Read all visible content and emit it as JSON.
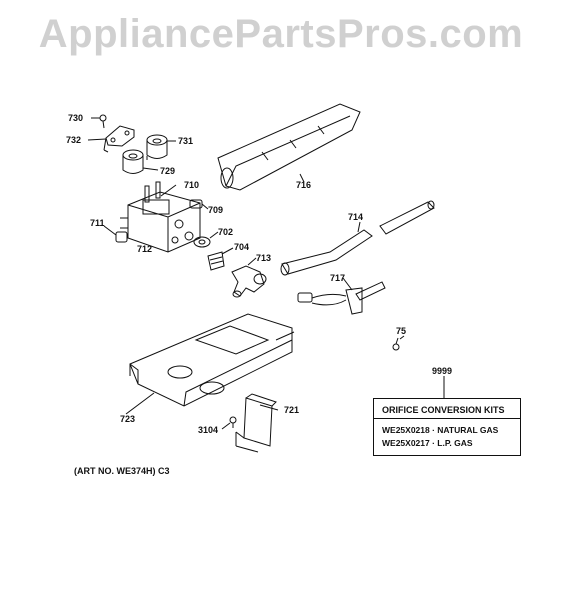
{
  "watermark": "AppliancePartsPros.com",
  "parts": {
    "p730": "730",
    "p732": "732",
    "p731": "731",
    "p729": "729",
    "p710": "710",
    "p709": "709",
    "p711": "711",
    "p712": "712",
    "p702": "702",
    "p704": "704",
    "p713": "713",
    "p716": "716",
    "p714": "714",
    "p717": "717",
    "p75": "75",
    "p9999": "9999",
    "p723": "723",
    "p721": "721",
    "p3104": "3104"
  },
  "kit": {
    "title": "ORIFICE CONVERSION KITS",
    "line1": "WE25X0218 · NATURAL GAS",
    "line2": "WE25X0217 · L.P. GAS"
  },
  "art_note": "(ART NO. WE374H) C3"
}
